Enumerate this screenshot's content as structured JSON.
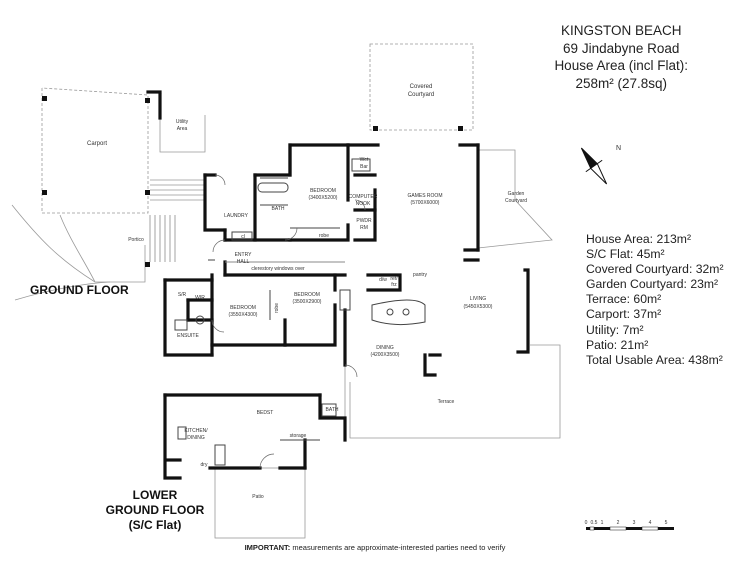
{
  "header": {
    "line1": "KINGSTON BEACH",
    "line2": "69 Jindabyne Road",
    "line3": "House Area (incl Flat):",
    "line4": "258m² (27.8sq)"
  },
  "areas": [
    "House Area: 213m²",
    "S/C Flat: 45m²",
    "Covered Courtyard: 32m²",
    "Garden Courtyard: 23m²",
    "Terrace: 60m²",
    "Carport: 37m²",
    "Utility: 7m²",
    "Patio: 21m²",
    "Total Usable Area: 438m²"
  ],
  "floors": {
    "ground": "GROUND FLOOR",
    "lower_l1": "LOWER",
    "lower_l2": "GROUND FLOOR",
    "lower_l3": "(S/C Flat)"
  },
  "rooms": {
    "covered_courtyard_1": "Covered",
    "covered_courtyard_2": "Courtyard",
    "carport": "Carport",
    "utility_1": "Utility",
    "utility_2": "Area",
    "bedroom": "BEDROOM",
    "bedroom1_dim": "(3400X5200)",
    "wet_bar_1": "Wet",
    "wet_bar_2": "Bar",
    "games_room": "GAMES ROOM",
    "games_dim": "(5700X6000)",
    "garden_courtyard_1": "Garden",
    "garden_courtyard_2": "Courtyard",
    "computer_nook_1": "COMPUTER",
    "computer_nook_2": "NOOK",
    "pwdr_1": "PWDR",
    "pwdr_2": "RM",
    "robe": "robe",
    "laundry": "LAUNDRY",
    "bath": "BATH",
    "portico": "Portico",
    "cl": "cl",
    "entry_1": "ENTRY",
    "entry_2": "HALL",
    "clerestory": "clerestory windows over",
    "dw": "d/w",
    "ref_1": "ref/",
    "ref_2": "frz",
    "pantry": "pantry",
    "sr": "S/R",
    "wir": "WIR",
    "ensuite": "ENSUITE",
    "bedroom3_dim": "(3550X4300)",
    "bedroom4_dim": "(3500X2900)",
    "robe_v": "robe",
    "living": "LIVING",
    "living_dim": "(5450X5300)",
    "dining": "DINING",
    "dining_dim": "(4200X3500)",
    "terrace": "Terrace",
    "bedst": "BEDST",
    "kitchen_1": "KITCHEN/",
    "kitchen_2": "DINING",
    "storage": "storage",
    "dry": "dry",
    "patio": "Patio"
  },
  "scale_labels": [
    "0",
    "0.5",
    "1",
    "2",
    "3",
    "4",
    "5"
  ],
  "north": "N",
  "note_bold": "IMPORTANT:",
  "note_rest": " measurements are approximate-interested parties need to verify"
}
